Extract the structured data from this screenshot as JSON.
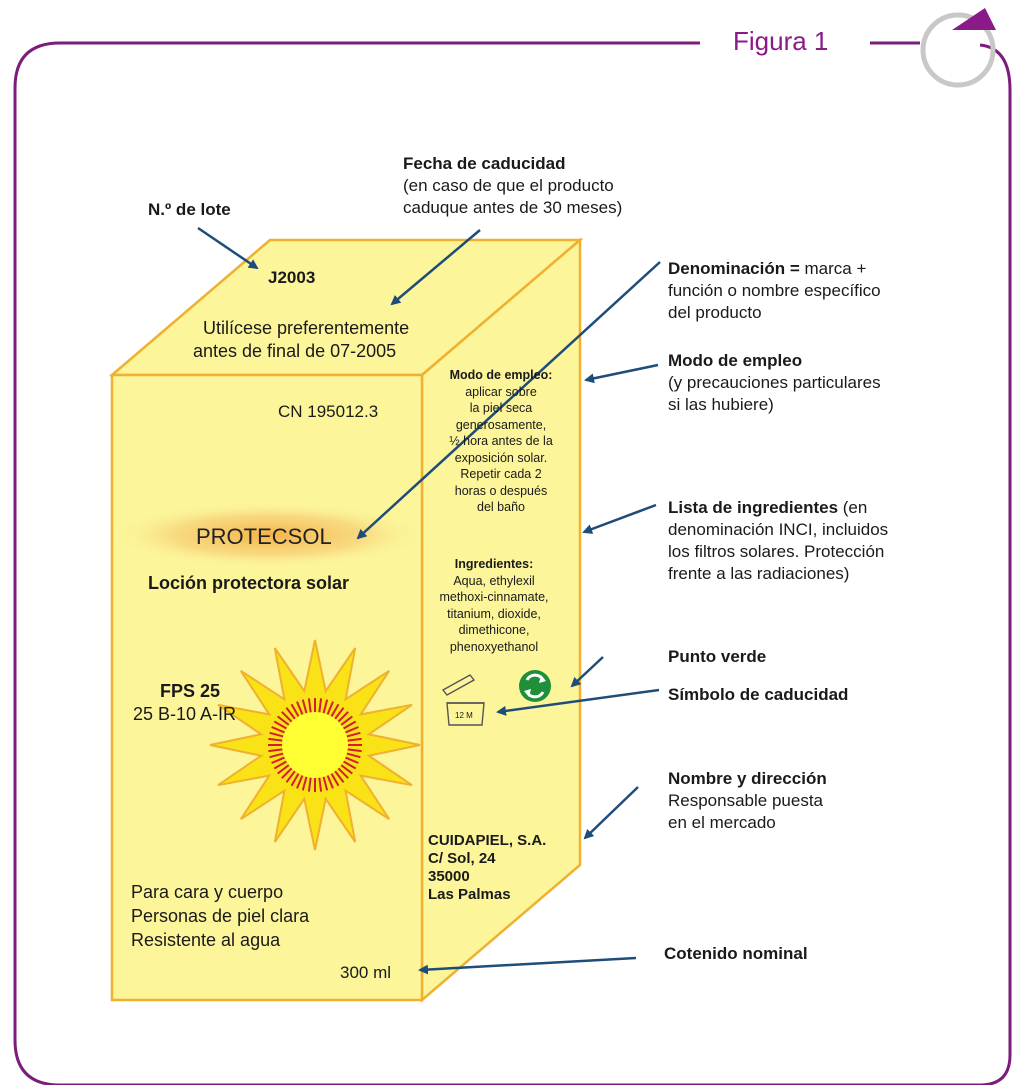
{
  "figure": {
    "title": "Figura 1",
    "frame_color": "#7b1d7a"
  },
  "box": {
    "top_face": {
      "lot_number": "J2003",
      "best_before_line1": "Utilícese preferentemente",
      "best_before_line2": "antes de final de 07-2005"
    },
    "front_face": {
      "cn_code": "CN 195012.3",
      "brand": "PROTECSOL",
      "product_type": "Loción protectora solar",
      "spf_title": "FPS 25",
      "spf_detail": "25 B-10 A-IR",
      "uses": [
        "Para cara y cuerpo",
        "Personas de piel clara",
        "Resistente al agua"
      ],
      "volume": "300 ml"
    },
    "side_face": {
      "usage_heading": "Modo de empleo:",
      "usage_lines": [
        "aplicar sobre",
        "la piel seca",
        "generosamente,",
        "½ hora antes de la",
        "exposición solar.",
        "Repetir cada 2",
        "horas o después",
        "del baño"
      ],
      "ingredients_heading": "Ingredientes:",
      "ingredients_lines": [
        "Aqua, ethylexil",
        "methoxi-cinnamate,",
        "titanium, dioxide,",
        "dimethicone,",
        "phenoxyethanol"
      ],
      "pao_label": "12 M",
      "company_lines": [
        "CUIDAPIEL, S.A.",
        "C/ Sol, 24",
        "35000",
        "Las Palmas"
      ]
    },
    "colors": {
      "face": "#fcf59a",
      "edge": "#f0b030",
      "sun_outer": "#f9e215",
      "sun_inner": "#ffff33",
      "sun_rays": "#d01f2f",
      "arrow": "#1e4d7a",
      "recycle": "#1f8f3a"
    }
  },
  "annotations": {
    "lote": {
      "bold": "N.º de lote"
    },
    "fecha": {
      "bold": "Fecha de caducidad",
      "lines": [
        "(en caso de que el producto",
        "caduque antes de 30 meses)"
      ]
    },
    "denominacion": {
      "bold": "Denominación =",
      "rest": " marca +",
      "lines": [
        "función o nombre específico",
        "del producto"
      ]
    },
    "modo": {
      "bold": "Modo de empleo",
      "lines": [
        "(y precauciones particulares",
        "si las hubiere)"
      ]
    },
    "lista": {
      "bold": "Lista de ingredientes",
      "rest": " (en",
      "lines": [
        "denominación INCI, incluidos",
        "los filtros solares. Protección",
        "frente a las radiaciones)"
      ]
    },
    "punto": {
      "bold": "Punto verde"
    },
    "simbolo": {
      "bold": "Símbolo de caducidad"
    },
    "nombre": {
      "bold": "Nombre y dirección",
      "lines": [
        "Responsable puesta",
        "en el mercado"
      ]
    },
    "contenido": {
      "bold": "Cotenido nominal"
    }
  }
}
